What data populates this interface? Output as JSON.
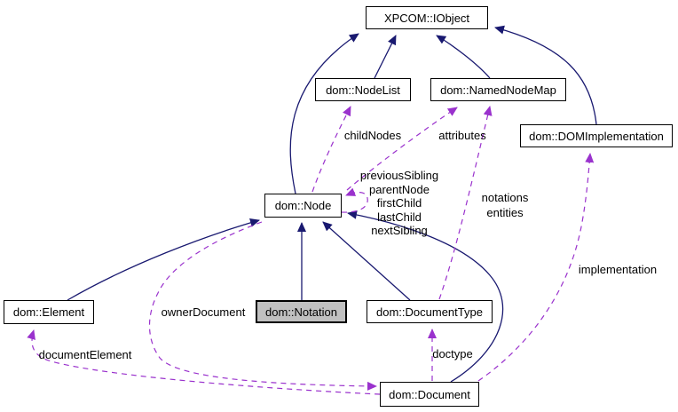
{
  "diagram": {
    "type": "collaboration-graph",
    "nodes": [
      {
        "id": "iobject",
        "label": "XPCOM::IObject",
        "highlighted": false
      },
      {
        "id": "nodelist",
        "label": "dom::NodeList",
        "highlighted": false
      },
      {
        "id": "namednodemap",
        "label": "dom::NamedNodeMap",
        "highlighted": false
      },
      {
        "id": "domimplementation",
        "label": "dom::DOMImplementation",
        "highlighted": false
      },
      {
        "id": "node",
        "label": "dom::Node",
        "highlighted": false
      },
      {
        "id": "element",
        "label": "dom::Element",
        "highlighted": false
      },
      {
        "id": "notation",
        "label": "dom::Notation",
        "highlighted": true
      },
      {
        "id": "documenttype",
        "label": "dom::DocumentType",
        "highlighted": false
      },
      {
        "id": "document",
        "label": "dom::Document",
        "highlighted": false
      }
    ],
    "edges": [
      {
        "from": "dom::NodeList",
        "to": "XPCOM::IObject",
        "type": "inheritance",
        "label": ""
      },
      {
        "from": "dom::NamedNodeMap",
        "to": "XPCOM::IObject",
        "type": "inheritance",
        "label": ""
      },
      {
        "from": "dom::Node",
        "to": "XPCOM::IObject",
        "type": "inheritance",
        "label": ""
      },
      {
        "from": "dom::DOMImplementation",
        "to": "XPCOM::IObject",
        "type": "inheritance",
        "label": ""
      },
      {
        "from": "dom::Element",
        "to": "dom::Node",
        "type": "inheritance",
        "label": ""
      },
      {
        "from": "dom::Notation",
        "to": "dom::Node",
        "type": "inheritance",
        "label": ""
      },
      {
        "from": "dom::DocumentType",
        "to": "dom::Node",
        "type": "inheritance",
        "label": ""
      },
      {
        "from": "dom::Document",
        "to": "dom::Node",
        "type": "inheritance",
        "label": ""
      },
      {
        "from": "dom::Node",
        "to": "dom::NodeList",
        "type": "usage",
        "label": "childNodes"
      },
      {
        "from": "dom::Node",
        "to": "dom::NamedNodeMap",
        "type": "usage",
        "label": "attributes"
      },
      {
        "from": "dom::Node",
        "to": "dom::Node",
        "type": "usage",
        "label": "previousSibling\nparentNode\nfirstChild\nlastChild\nnextSibling"
      },
      {
        "from": "dom::DocumentType",
        "to": "dom::NamedNodeMap",
        "type": "usage",
        "label": "notations\nentities"
      },
      {
        "from": "dom::Document",
        "to": "dom::DOMImplementation",
        "type": "usage",
        "label": "implementation"
      },
      {
        "from": "dom::Document",
        "to": "dom::DocumentType",
        "type": "usage",
        "label": "doctype"
      },
      {
        "from": "dom::Node",
        "to": "dom::Document",
        "type": "usage",
        "label": "ownerDocument"
      },
      {
        "from": "dom::Document",
        "to": "dom::Element",
        "type": "usage",
        "label": "documentElement"
      }
    ],
    "colors": {
      "inheritance": "#191970",
      "usage": "#9a32cd",
      "node_border": "#000000",
      "node_fill": "#ffffff",
      "highlight_fill": "#c0c0c0",
      "background": "#ffffff",
      "text": "#000000"
    }
  }
}
